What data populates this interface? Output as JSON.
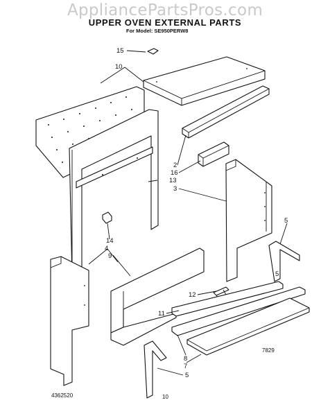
{
  "watermark": "AppliancePartsPros.com",
  "title": "UPPER OVEN EXTERNAL PARTS",
  "model_line": "For Model: SE950PERW8",
  "callouts": [
    "15",
    "10",
    "2",
    "16",
    "13",
    "3",
    "14",
    "4",
    "9",
    "12",
    "11",
    "5",
    "5",
    "8",
    "7",
    "5"
  ],
  "figure_code": "7829",
  "doc_number": "4362520",
  "page_number": "10"
}
